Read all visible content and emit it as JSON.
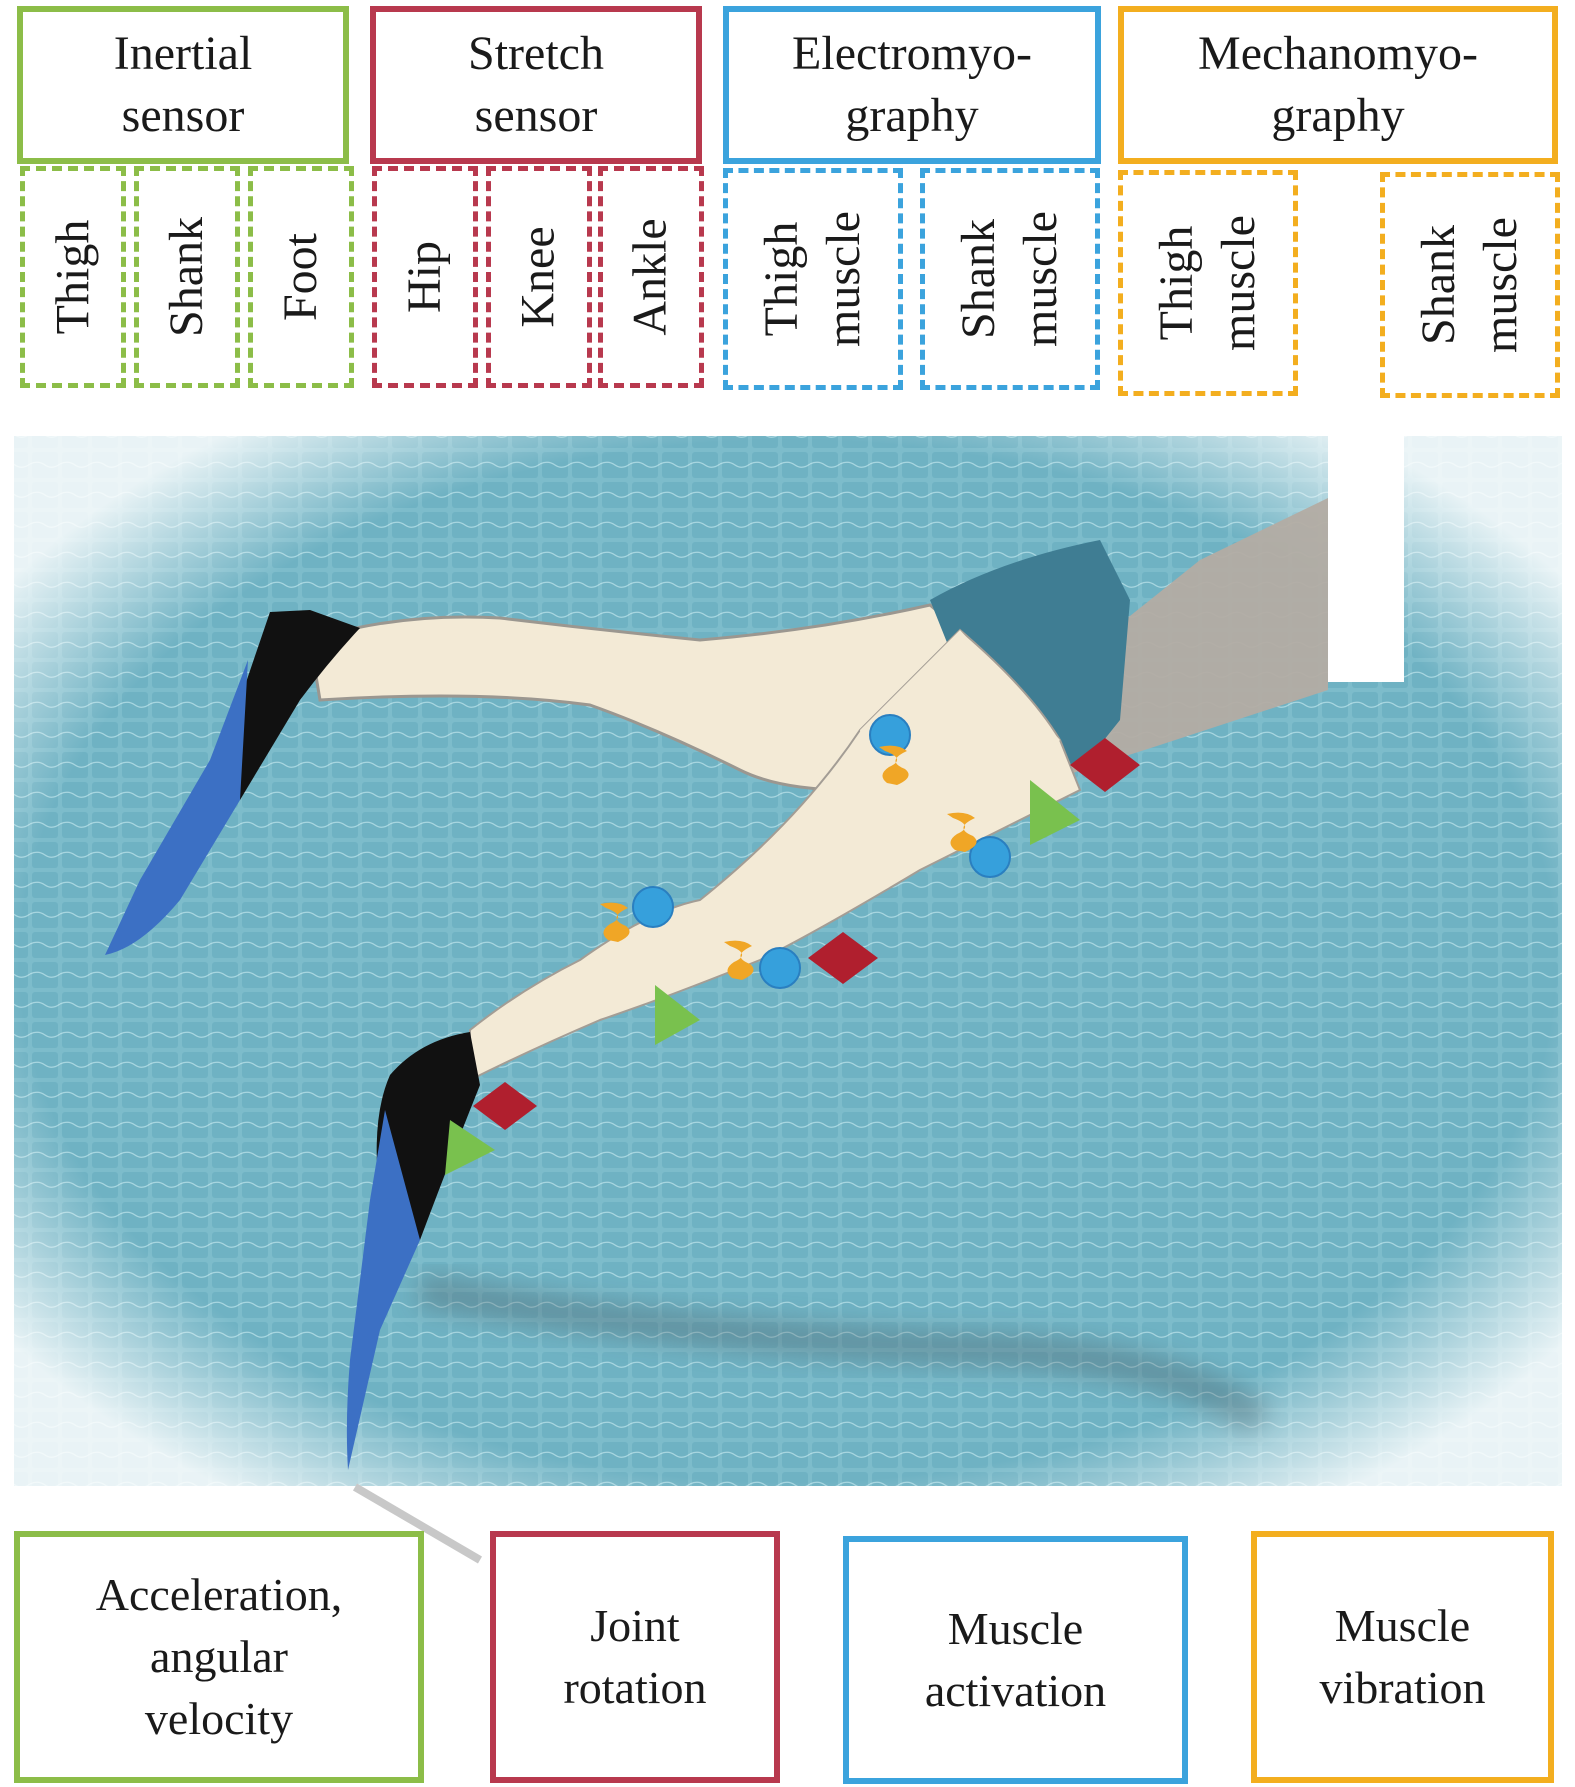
{
  "categories": [
    {
      "id": "inertial",
      "title": "Inertial\nsensor",
      "color": "#8cbd48",
      "parts": [
        "Thigh",
        "Shank",
        "Foot"
      ]
    },
    {
      "id": "stretch",
      "title": "Stretch\nsensor",
      "color": "#b8394e",
      "parts": [
        "Hip",
        "Knee",
        "Ankle"
      ]
    },
    {
      "id": "emg",
      "title": "Electromyo-\ngraphy",
      "color": "#3ba3dd",
      "parts": [
        "Thigh\nmuscle",
        "Shank\nmuscle"
      ]
    },
    {
      "id": "mmg",
      "title": "Mechanomyo-\ngraphy",
      "color": "#f3ae1f",
      "parts": [
        "Thigh\nmuscle",
        "Shank\nmuscle"
      ]
    }
  ],
  "outputs": [
    {
      "id": "inertial",
      "text": "Acceleration,\nangular\nvelocity",
      "color": "#8cbd48"
    },
    {
      "id": "stretch",
      "text": "Joint\nrotation",
      "color": "#b8394e"
    },
    {
      "id": "emg",
      "text": "Muscle\nactivation",
      "color": "#3ba3dd"
    },
    {
      "id": "mmg",
      "text": "Muscle\nvibration",
      "color": "#f3ae1f"
    }
  ],
  "colors": {
    "pool": "#7dbccb",
    "skin": "#f3ead6",
    "skin_far": "#b3aca3",
    "fin_black": "#111111",
    "fin_blue": "#3c70c4",
    "swimsuit": "#3f7d93"
  },
  "icons": {
    "inertial": "green-triangle-icon",
    "stretch": "red-diamond-icon",
    "emg": "blue-circle-icon",
    "mmg": "orange-spring-icon"
  }
}
